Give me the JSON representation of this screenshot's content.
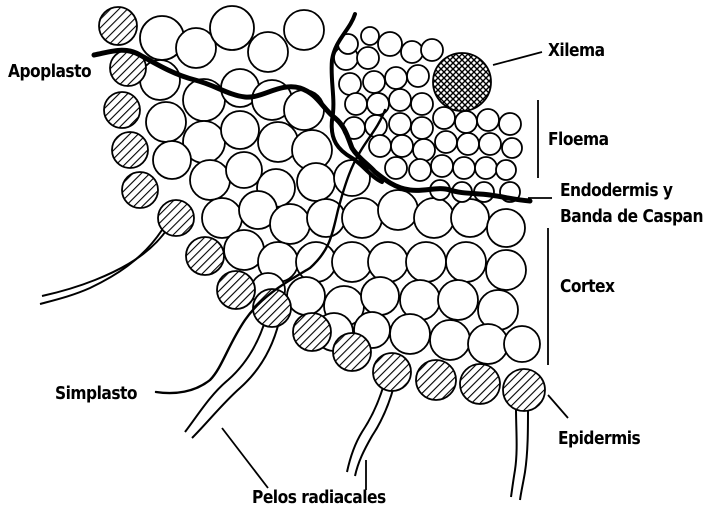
{
  "labels": {
    "apoplasto": "Apoplasto",
    "xilema": "Xilema",
    "floema": "Floema",
    "endodermis_line1": "Endodermis y",
    "endodermis_line2": "Banda de Caspan",
    "cortex": "Cortex",
    "simplasto": "Simplasto",
    "epidermis": "Epidermis",
    "pelos_radicales": "Pelos radiacales"
  }
}
